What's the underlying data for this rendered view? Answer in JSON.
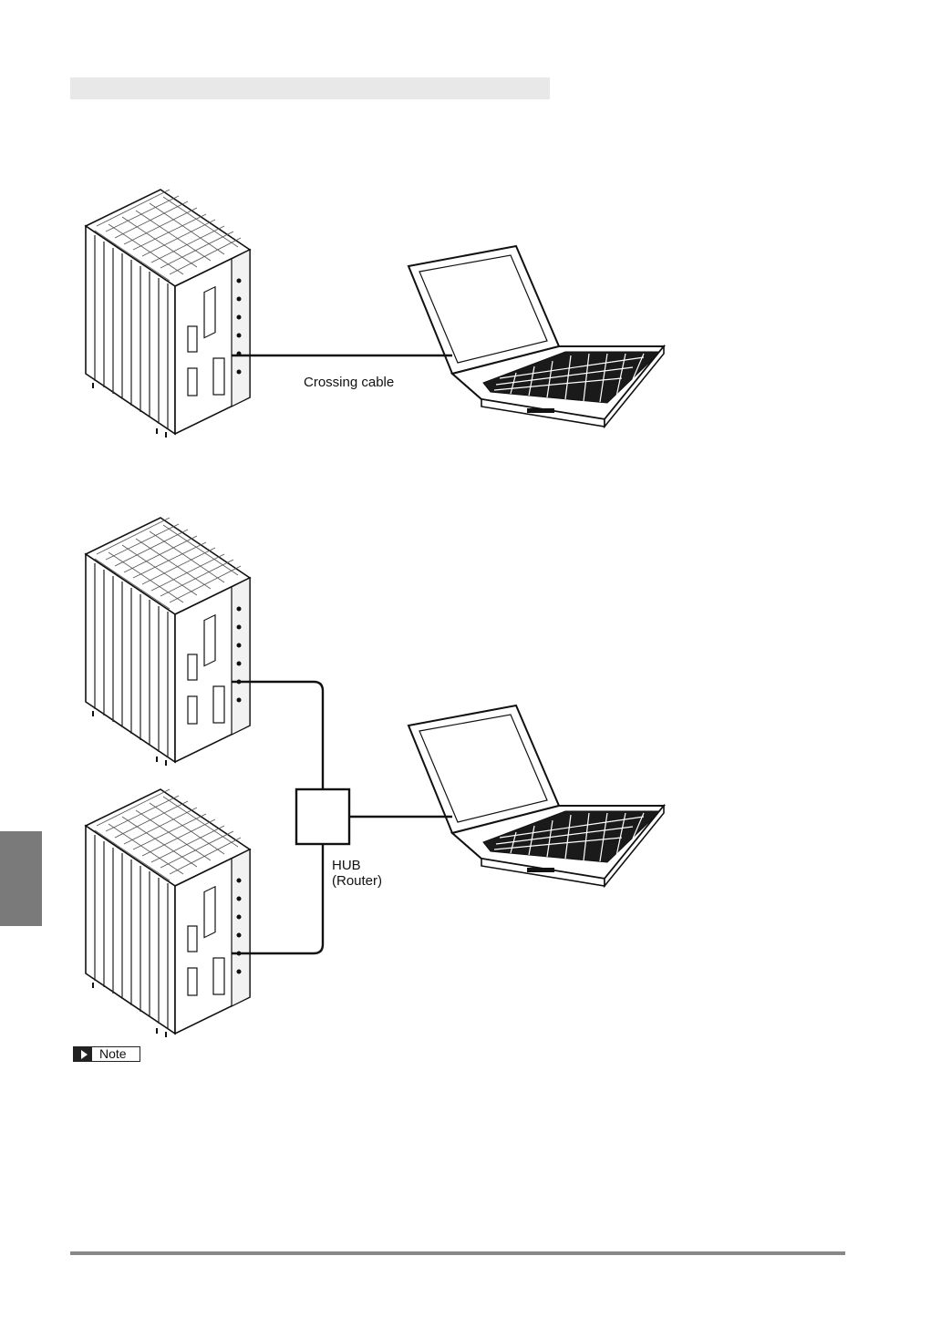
{
  "diagram1": {
    "cable_label": "Crossing cable"
  },
  "diagram2": {
    "hub_label_line1": "HUB",
    "hub_label_line2": "(Router)"
  },
  "note": {
    "label": "Note"
  },
  "colors": {
    "header_bar": "#e8e8e8",
    "side_tab": "#7a7a7a",
    "footer_rule": "#888888",
    "line": "#111111"
  }
}
